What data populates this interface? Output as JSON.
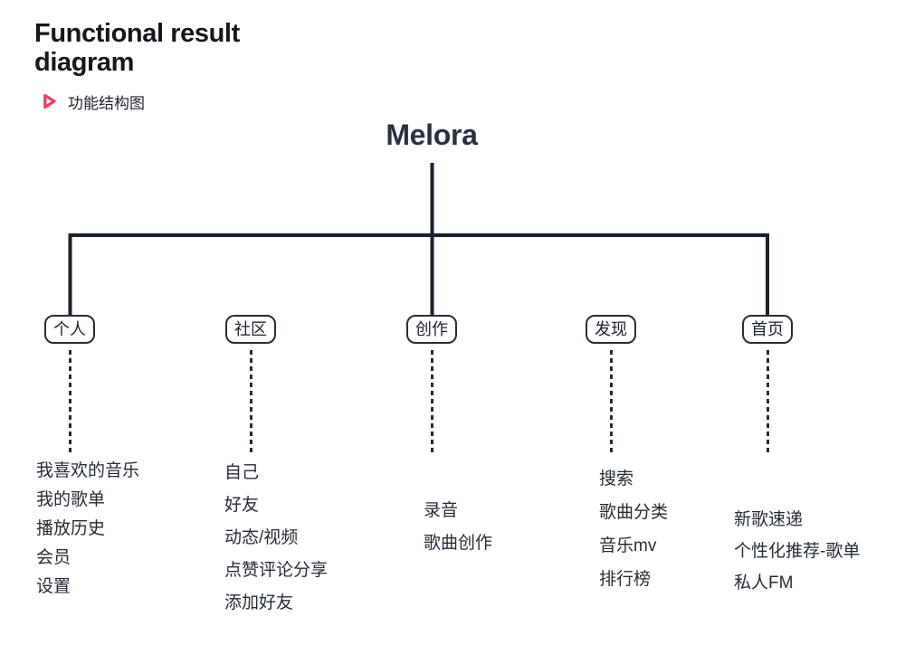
{
  "header": {
    "title": "Functional result diagram",
    "subtitle": "功能结构图",
    "accent_color": "#ee3e63"
  },
  "diagram": {
    "root": "Melora",
    "line_color": "#1b212c",
    "branches": [
      {
        "label": "个人",
        "items": [
          "我喜欢的音乐",
          "我的歌单",
          "播放历史",
          "会员",
          "设置"
        ]
      },
      {
        "label": "社区",
        "items": [
          "自己",
          "好友",
          "动态/视频",
          "点赞评论分享",
          "添加好友"
        ]
      },
      {
        "label": "创作",
        "items": [
          "录音",
          "歌曲创作"
        ]
      },
      {
        "label": "发现",
        "items": [
          "搜索",
          "歌曲分类",
          "音乐mv",
          "排行榜"
        ]
      },
      {
        "label": "首页",
        "items": [
          "新歌速递",
          "个性化推荐-歌单",
          "私人FM"
        ]
      }
    ]
  }
}
